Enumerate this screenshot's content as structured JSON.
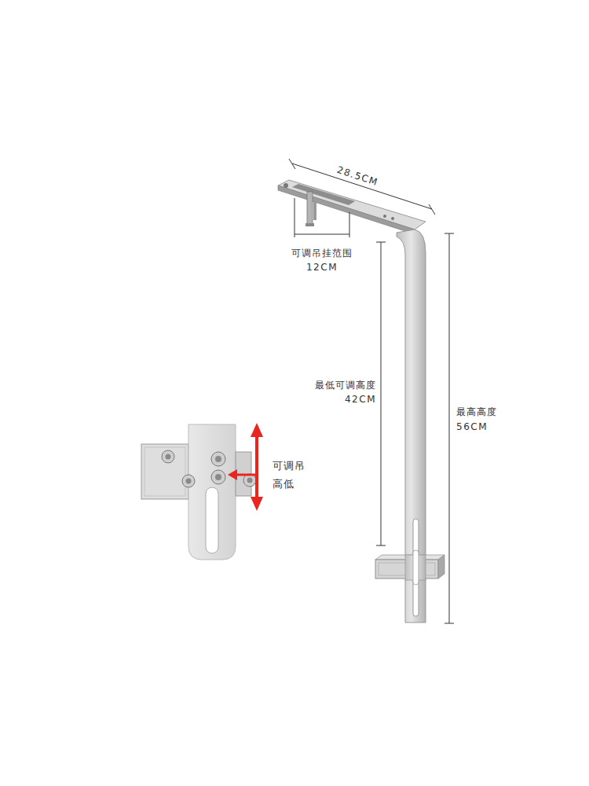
{
  "diagram": {
    "labels": [
      "28.5CM",
      "可调吊挂范围",
      "12CM",
      "最低可调高度",
      "42CM",
      "最高高度",
      "56CM",
      "可调吊 高低"
    ]
  }
}
